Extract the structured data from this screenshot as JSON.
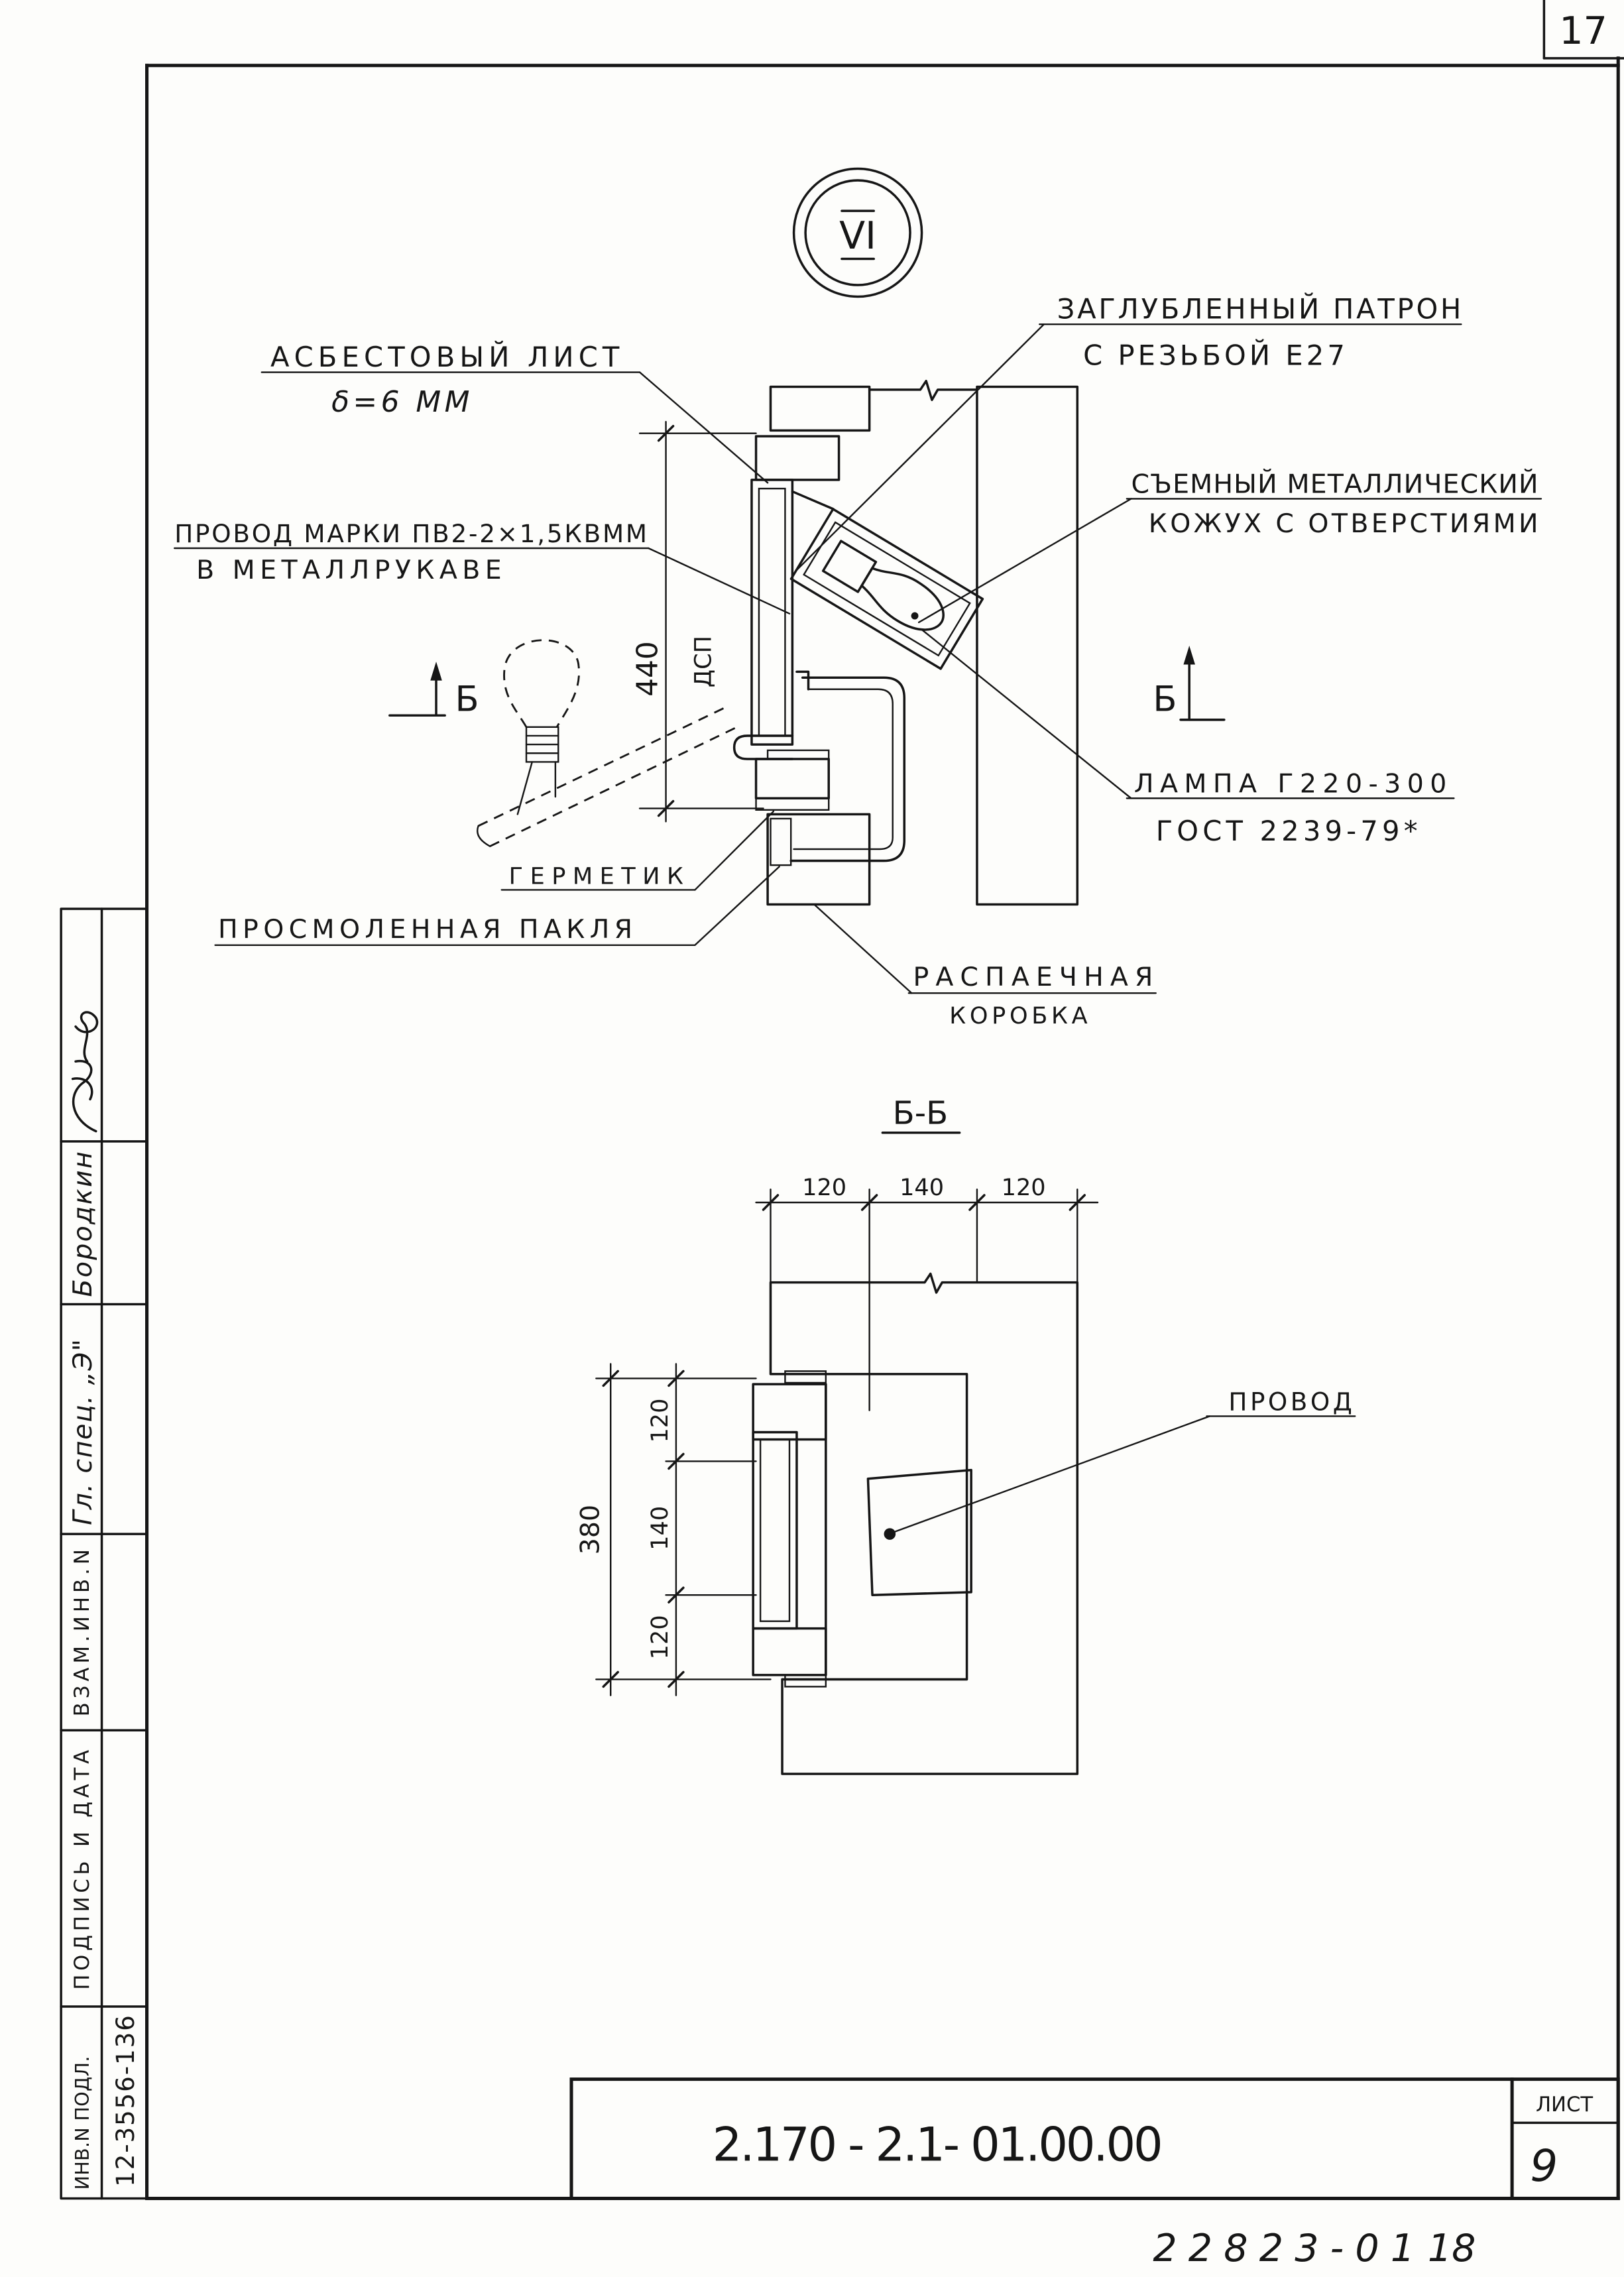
{
  "sheet": {
    "corner_number": "17",
    "bottom_code": "22823-01",
    "bottom_page": "18"
  },
  "view_mark": "VI",
  "upper_view": {
    "cartridge": [
      "ЗАГЛУБЛЕННЫЙ ПАТРОН",
      "С РЕЗЬБОЙ Е27"
    ],
    "asbestos": [
      "АСБЕСТОВЫЙ ЛИСТ",
      "δ=6 ММ"
    ],
    "cover": [
      "СЪЕМНЫЙ МЕТАЛЛИЧЕСКИЙ",
      "КОЖУХ С ОТВЕРСТИЯМИ"
    ],
    "wire": [
      "ПРОВОД МАРКИ ПВ2-2×1,5КВММ",
      "В МЕТАЛЛРУКАВЕ"
    ],
    "lamp": [
      "ЛАМПА Г220-300",
      "ГОСТ 2239-79*"
    ],
    "sealant": "ГЕРМЕТИК",
    "tow": "ПРОСМОЛЕННАЯ ПАКЛЯ",
    "junction_box": [
      "РАСПАЕЧНАЯ",
      "КОРОБКА"
    ],
    "panel": "ДСП",
    "height_dim": "440",
    "section_mark": "Б"
  },
  "section_view": {
    "title": "Б-Б",
    "width_dims": [
      "120",
      "140",
      "120"
    ],
    "height_dims": [
      "120",
      "140",
      "120"
    ],
    "height_total": "380",
    "wire": "ПРОВОД"
  },
  "title_block": {
    "drawing_code": "2.170 - 2.1- 01.00.00",
    "sheet_label": "ЛИСТ",
    "sheet_number": "9"
  },
  "side_stamp": {
    "inv_original": "ИНВ.N ПОДЛ.",
    "inv_original_value": "12-3556-136",
    "signature_date": "ПОДПИСЬ И ДАТА",
    "replaced_inv": "ВЗАМ.ИНВ.N",
    "position": "Гл. спец. „Э\"",
    "name": "Бородкин"
  }
}
